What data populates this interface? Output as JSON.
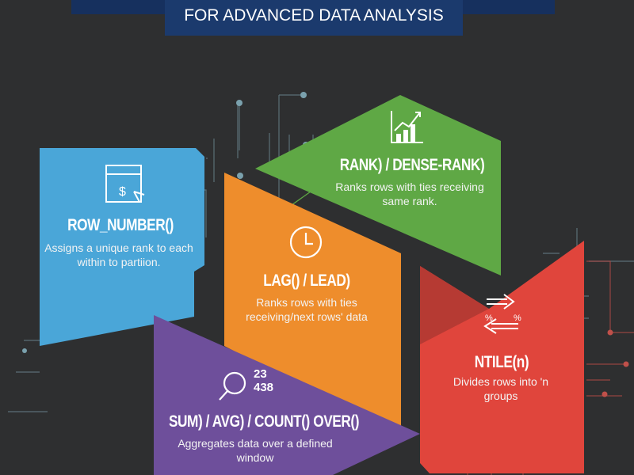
{
  "header": {
    "subtitle": "FOR ADVANCED DATA ANALYSIS"
  },
  "colors": {
    "background": "#2e2f30",
    "banner": "#1b3a6d",
    "blue": "#4aa6d8",
    "green": "#5fa845",
    "orange": "#ee8d2c",
    "red": "#e0453c",
    "purple": "#6e4f9b"
  },
  "cards": {
    "row_number": {
      "title": "ROW_NUMBER()",
      "desc1": "Assigns a unique rank to each",
      "desc2": "within to partiion.",
      "icon": "browser-dollar-cursor-icon"
    },
    "rank": {
      "title": "RANK) / DENSE-RANK)",
      "desc1": "Ranks rows with ties receiving",
      "desc2": "same rank.",
      "icon": "bar-chart-trend-icon"
    },
    "lag_lead": {
      "title": "LAG() / LEAD)",
      "desc1": "Ranks rows with ties",
      "desc2": "receiving/next rows' data",
      "icon": "clock-icon"
    },
    "ntile": {
      "title": "NTILE(n)",
      "desc1": "Divides rows into 'n",
      "desc2": "groups",
      "icon": "percent-arrows-icon",
      "icon_text": "%"
    },
    "aggregate": {
      "title": "SUM) / AVG) / COUNT() OVER()",
      "desc1": "Aggregates data over a defined",
      "desc2": "window",
      "icon": "magnifier-numbers-icon",
      "icon_num1": "23",
      "icon_num2": "438"
    }
  }
}
